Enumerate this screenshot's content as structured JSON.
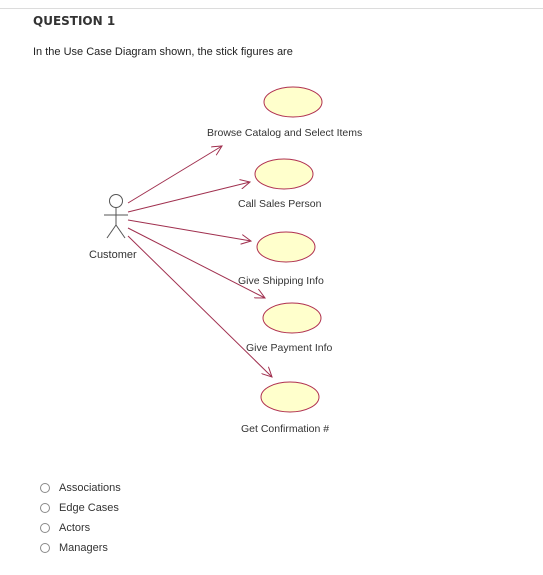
{
  "question": {
    "title": "QUESTION 1",
    "text": "In the Use Case Diagram shown, the stick figures are"
  },
  "diagram": {
    "actor_label": "Customer",
    "use_cases": [
      "Browse Catalog and Select Items",
      "Call Sales Person",
      "Give Shipping Info",
      "Give Payment Info",
      "Get Confirmation #"
    ],
    "colors": {
      "use_case_fill": "#ffffcc",
      "use_case_stroke": "#b03050",
      "association_line": "#a0304f",
      "actor": "#555555"
    }
  },
  "options": [
    "Associations",
    "Edge Cases",
    "Actors",
    "Managers"
  ]
}
